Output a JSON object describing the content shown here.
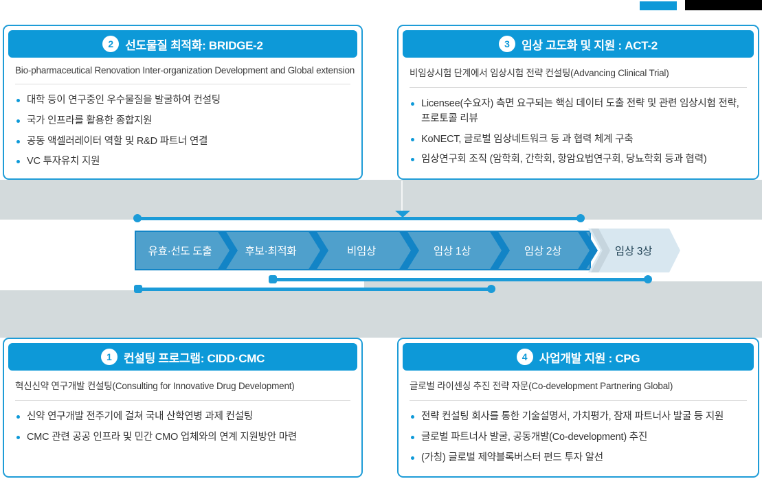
{
  "colors": {
    "accent": "#0D99D8",
    "cardBorder": "#1E9CD7",
    "chevBody": "#4FA0CC",
    "chevDark": "#1284C6",
    "chevLight": "#D8E7F0",
    "chevLightText": "#1D3F52",
    "band": "#D3DADC",
    "connector": "#1B9BD8",
    "textDark": "#333333"
  },
  "cards": [
    {
      "number": "2",
      "title": "선도물질 최적화: BRIDGE-2",
      "subtitle": "Bio-pharmaceutical Renovation Inter-organization Development and Global extension",
      "bullets": [
        "대학 등이 연구중인 우수물질을 발굴하여 컨설팅",
        "국가 인프라를 활용한 종합지원",
        "공동 액셀러레이터 역할 및 R&D 파트너 연결",
        "VC 투자유치 지원"
      ]
    },
    {
      "number": "3",
      "title": "임상 고도화 및 지원 : ACT-2",
      "subtitle": "비임상시험 단계에서 임상시험 전략 컨설팅(Advancing Clinical Trial)",
      "bullets": [
        "Licensee(수요자) 측면 요구되는 핵심 데이터 도출 전략 및 관련 임상시험 전략, 프로토콜 리뷰",
        "KoNECT, 글로벌 임상네트워크 등 과 협력 체계 구축",
        "임상연구회 조직 (암학회, 간학회, 항암요법연구회, 당뇨학회 등과 협력)"
      ]
    },
    {
      "number": "1",
      "title": "컨설팅 프로그램: CIDD·CMC",
      "subtitle": "혁신신약 연구개발 컨설팅(Consulting for Innovative Drug Development)",
      "bullets": [
        "신약 연구개발 전주기에 걸쳐 국내 산학연병 과제 컨설팅",
        "CMC 관련 공공 인프라 및 민간 CMO 업체와의 연계 지원방안 마련"
      ]
    },
    {
      "number": "4",
      "title": "사업개발 지원 : CPG",
      "subtitle": "글로벌 라이센싱 추진 전략 자문(Co-development Partnering Global)",
      "bullets": [
        "전략 컨설팅 회사를 통한 기술설명서, 가치평가, 잠재 파트너사 발굴 등 지원",
        "글로벌 파트너사 발굴, 공동개발(Co-development) 추진",
        "(가칭) 글로벌 제약블록버스터 펀드 투자 알선"
      ]
    }
  ],
  "pipeline": {
    "stages": [
      {
        "label": "유효·선도 도출"
      },
      {
        "label": "후보·최적화"
      },
      {
        "label": "비임상"
      },
      {
        "label": "임상 1상"
      },
      {
        "label": "임상 2상"
      },
      {
        "label": "임상 3상",
        "style": "light"
      }
    ]
  }
}
